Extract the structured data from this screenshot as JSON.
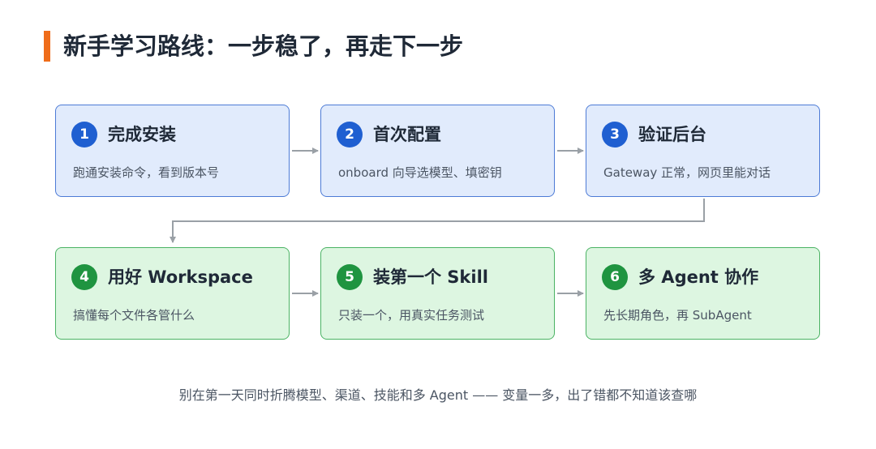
{
  "page": {
    "title": "新手学习路线：一步稳了，再走下一步",
    "footer": "别在第一天同时折腾模型、渠道、技能和多 Agent —— 变量一多，出了错都不知道该查哪"
  },
  "colors": {
    "accent": "#ef6c1a",
    "blue_card_bg": "#e1ebfc",
    "blue_badge": "#1f5fd1",
    "green_card_bg": "#ddf6e1",
    "green_badge": "#1f9440",
    "arrow": "#9aa0a6"
  },
  "steps": [
    {
      "number": "1",
      "title": "完成安装",
      "desc": "跑通安装命令，看到版本号",
      "color": "blue"
    },
    {
      "number": "2",
      "title": "首次配置",
      "desc": "onboard 向导选模型、填密钥",
      "color": "blue"
    },
    {
      "number": "3",
      "title": "验证后台",
      "desc": "Gateway 正常，网页里能对话",
      "color": "blue"
    },
    {
      "number": "4",
      "title": "用好 Workspace",
      "desc": "搞懂每个文件各管什么",
      "color": "green"
    },
    {
      "number": "5",
      "title": "装第一个 Skill",
      "desc": "只装一个，用真实任务测试",
      "color": "green"
    },
    {
      "number": "6",
      "title": "多 Agent 协作",
      "desc": "先长期角色，再 SubAgent",
      "color": "green"
    }
  ]
}
